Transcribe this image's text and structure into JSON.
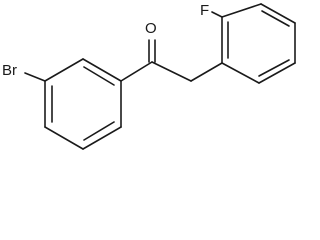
{
  "molecule": {
    "atoms": {
      "bromine": "Br",
      "oxygen": "O",
      "fluorine": "F"
    }
  }
}
